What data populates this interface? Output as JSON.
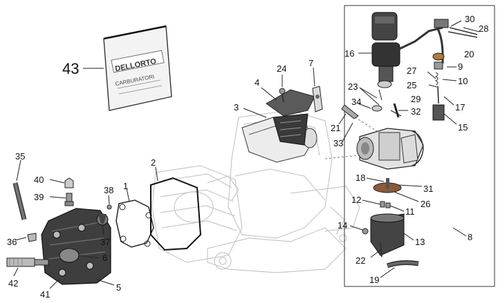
{
  "callouts": {
    "c1": "1",
    "c2": "2",
    "c3": "3",
    "c4": "4",
    "c5": "5",
    "c6": "6",
    "c7": "7",
    "c8": "8",
    "c9": "9",
    "c10": "10",
    "c11": "11",
    "c12": "12",
    "c13": "13",
    "c14": "14",
    "c15": "15",
    "c16": "16",
    "c17": "17",
    "c18": "18",
    "c19": "19",
    "c20": "20",
    "c21": "21",
    "c22": "22",
    "c23": "23",
    "c24": "24",
    "c25": "25",
    "c26": "26",
    "c27": "27",
    "c28": "28",
    "c29": "29",
    "c30": "30",
    "c31": "31",
    "c32": "32",
    "c33": "33",
    "c34": "34",
    "c35": "35",
    "c36": "36",
    "c37": "37",
    "c38": "38",
    "c39": "39",
    "c40": "40",
    "c41": "41",
    "c42": "42",
    "c43": "43"
  },
  "gasket_bag": {
    "brand": "DELLORTO",
    "subtitle": "CARBURATORI"
  }
}
